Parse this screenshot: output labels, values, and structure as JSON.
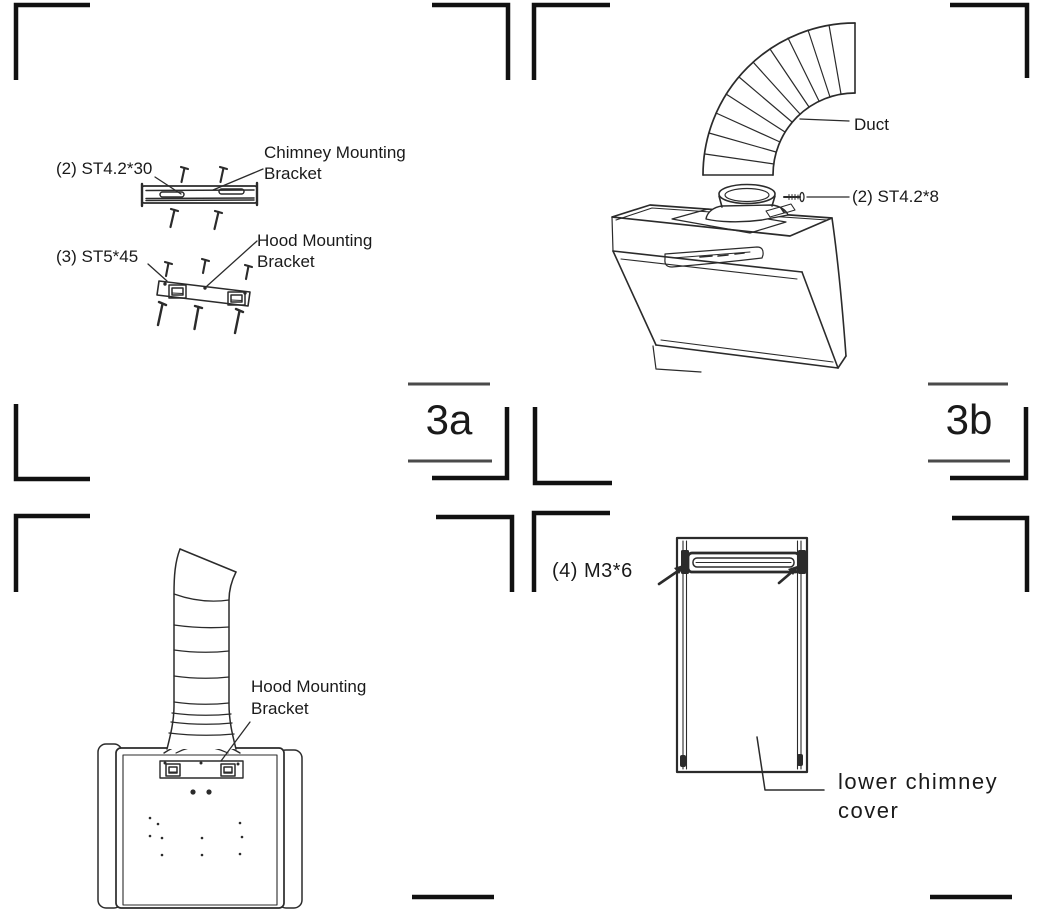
{
  "colors": {
    "background": "#ffffff",
    "line": "#2b2b2b",
    "text": "#1a1a1a",
    "corner_mark": "#111111",
    "label_rule": "#4a4a4a"
  },
  "figure_3a": {
    "label": "3a",
    "chimney_screws_label": "(2) ST4.2*30",
    "chimney_bracket_label_line1": "Chimney Mounting",
    "chimney_bracket_label_line2": "Bracket",
    "hood_screws_label": "(3) ST5*45",
    "hood_bracket_label_line1": "Hood Mounting",
    "hood_bracket_label_line2": "Bracket"
  },
  "figure_3b": {
    "label": "3b",
    "duct_label": "Duct",
    "screws_label": "(2) ST4.2*8"
  },
  "figure_3c": {
    "hood_bracket_label_line1": "Hood Mounting",
    "hood_bracket_label_line2": "Bracket"
  },
  "figure_3d": {
    "screws_label": "(4) M3*6",
    "cover_label_line1": "lower chimney",
    "cover_label_line2": "cover"
  }
}
